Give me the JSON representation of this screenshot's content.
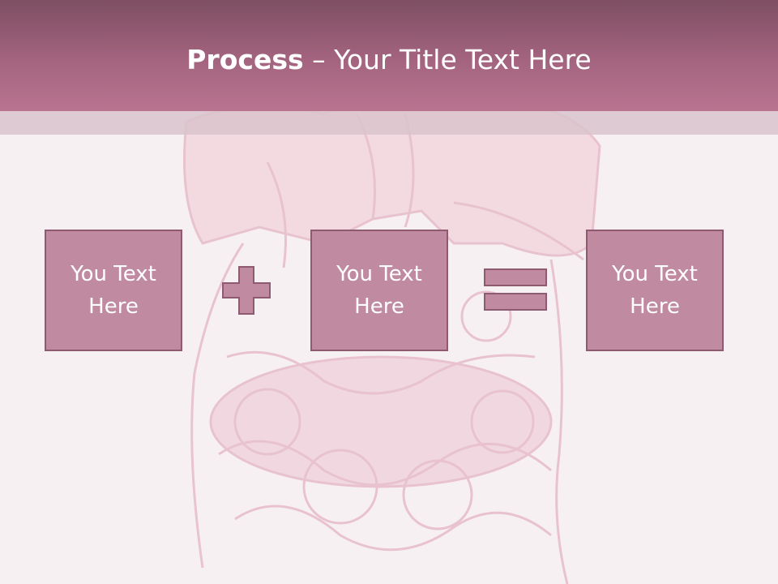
{
  "slide": {
    "title_bold": "Process",
    "title_rest": " – Your Title Text Here"
  },
  "boxes": [
    {
      "text": "You Text Here"
    },
    {
      "text": "You Text Here"
    },
    {
      "text": "You Text Here"
    }
  ],
  "operators": [
    "plus-icon",
    "equals-icon"
  ],
  "colors": {
    "title_bar_top": "#7e4f63",
    "title_bar_bottom": "#b97590",
    "box_fill": "#c08aa0",
    "box_border": "#8e5a70",
    "background": "#f7f0f3"
  }
}
